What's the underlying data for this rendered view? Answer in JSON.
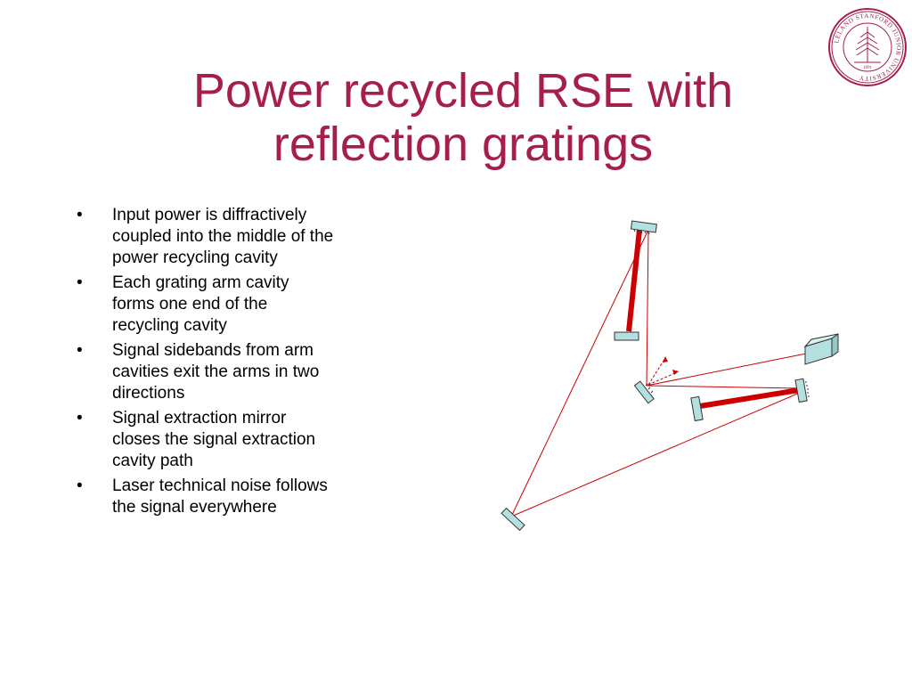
{
  "slide": {
    "title_line1": "Power recycled RSE with",
    "title_line2": "reflection gratings",
    "bullet_glyph": "•",
    "bullets": [
      "Input power is diffractively coupled into the middle of the power recycling cavity",
      "Each grating arm cavity forms one end of the recycling cavity",
      "Signal sidebands from arm cavities exit the arms in two directions",
      "Signal extraction mirror closes the signal extraction cavity path",
      "Laser technical noise follows the signal everywhere"
    ]
  },
  "seal": {
    "text": "LELAND STANFORD JUNIOR UNIVERSITY",
    "year": "1891",
    "color": "#a61e4d"
  },
  "colors": {
    "title": "#a61e4d",
    "beam": "#cc0000",
    "optic_fill": "#b4e0e0",
    "optic_stroke": "#333333"
  }
}
